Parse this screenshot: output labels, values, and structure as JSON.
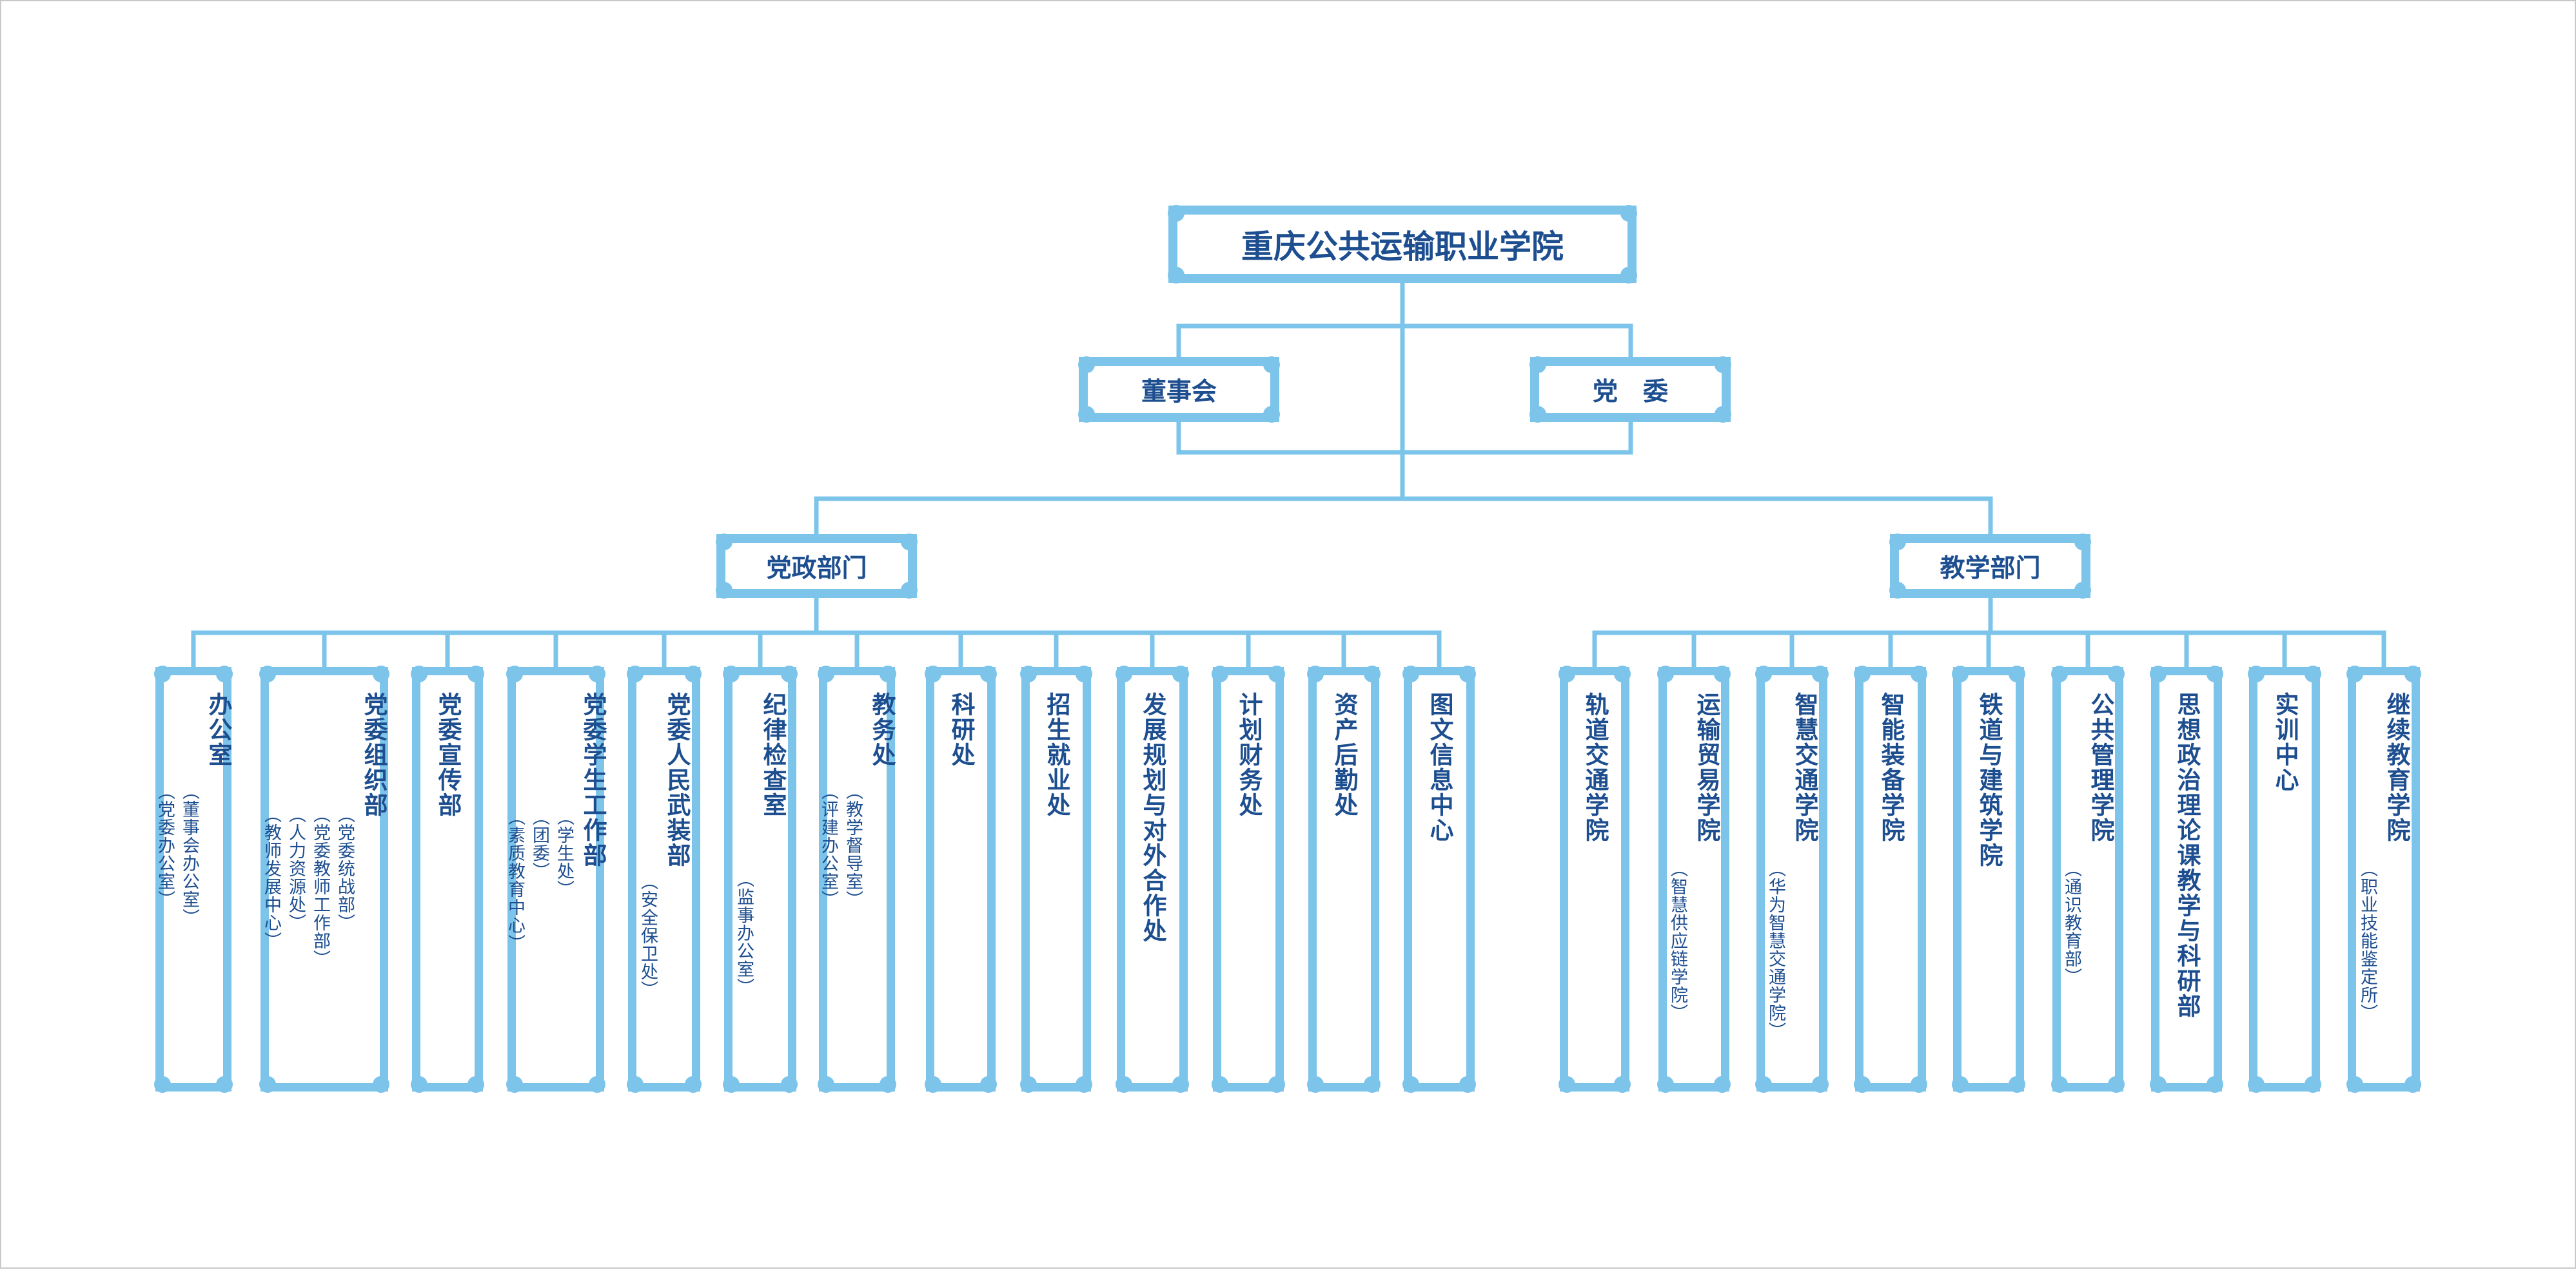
{
  "root": "重庆公共运输职业学院",
  "level2": {
    "board": "董事会",
    "party_committee": "党　委"
  },
  "branches": {
    "admin": "党政部门",
    "teaching": "教学部门"
  },
  "admin_departments": [
    {
      "name": "办公室",
      "subs": [
        "（董事会办公室）",
        "（党委办公室）"
      ]
    },
    {
      "name": "党委组织部",
      "subs": [
        "（党委统战部）",
        "（党委教师工作部）",
        "（人力资源处）",
        "（教师发展中心）"
      ]
    },
    {
      "name": "党委宣传部",
      "subs": []
    },
    {
      "name": "党委学生工作部",
      "subs": [
        "（学生处）",
        "（团委）",
        "（素质教育中心）"
      ]
    },
    {
      "name": "党委人民武装部",
      "subs": [
        "（安全保卫处）"
      ]
    },
    {
      "name": "纪律检查室",
      "subs": [
        "（监事办公室）"
      ]
    },
    {
      "name": "教务处",
      "subs": [
        "（教学督导室）",
        "（评建办公室）"
      ]
    },
    {
      "name": "科研处",
      "subs": []
    },
    {
      "name": "招生就业处",
      "subs": []
    },
    {
      "name": "发展规划与对外合作处",
      "subs": []
    },
    {
      "name": "计划财务处",
      "subs": []
    },
    {
      "name": "资产后勤处",
      "subs": []
    },
    {
      "name": "图文信息中心",
      "subs": []
    }
  ],
  "teaching_departments": [
    {
      "name": "轨道交通学院",
      "subs": []
    },
    {
      "name": "运输贸易学院",
      "subs": [
        "（智慧供应链学院）"
      ]
    },
    {
      "name": "智慧交通学院",
      "subs": [
        "（华为智慧交通学院）"
      ]
    },
    {
      "name": "智能装备学院",
      "subs": []
    },
    {
      "name": "铁道与建筑学院",
      "subs": []
    },
    {
      "name": "公共管理学院",
      "subs": [
        "（通识教育部）"
      ]
    },
    {
      "name": "思想政治理论课教学与科研部",
      "subs": []
    },
    {
      "name": "实训中心",
      "subs": []
    },
    {
      "name": "继续教育学院",
      "subs": [
        "（职业技能鉴定所）"
      ]
    }
  ],
  "colors": {
    "frame": "#7cc4ea",
    "text": "#1d4e8f",
    "line": "#7cc4ea"
  }
}
